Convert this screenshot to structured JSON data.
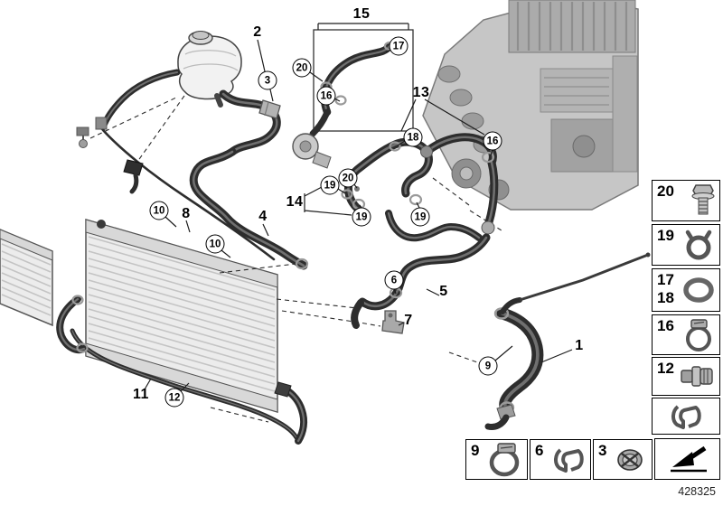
{
  "part_number": "428325",
  "callouts": [
    {
      "label": "15"
    },
    {
      "label": "2"
    },
    {
      "label": "17"
    },
    {
      "label": "20"
    },
    {
      "label": "3"
    },
    {
      "label": "16"
    },
    {
      "label": "13"
    },
    {
      "label": "18"
    },
    {
      "label": "16"
    },
    {
      "label": "20"
    },
    {
      "label": "19"
    },
    {
      "label": "14"
    },
    {
      "label": "19"
    },
    {
      "label": "19"
    },
    {
      "label": "10"
    },
    {
      "label": "8"
    },
    {
      "label": "4"
    },
    {
      "label": "10"
    },
    {
      "label": "6"
    },
    {
      "label": "5"
    },
    {
      "label": "7"
    },
    {
      "label": "1"
    },
    {
      "label": "9"
    },
    {
      "label": "11"
    },
    {
      "label": "12"
    }
  ],
  "legend": {
    "right_column": [
      {
        "label": "20",
        "icon": "bolt-icon"
      },
      {
        "label": "19",
        "icon": "band-clamp-icon"
      },
      {
        "label": "17",
        "label2": "18",
        "icon": "o-ring-icon"
      },
      {
        "label": "16",
        "icon": "worm-clamp-icon"
      },
      {
        "label": "12",
        "icon": "hose-connector-icon"
      },
      {
        "label": "",
        "icon": "retaining-clip-icon"
      }
    ],
    "bottom_row": [
      {
        "label": "9",
        "icon": "worm-clamp-icon"
      },
      {
        "label": "6",
        "icon": "retaining-clip-icon"
      },
      {
        "label": "3",
        "icon": "screw-plug-icon"
      },
      {
        "label": "",
        "icon": "direction-arrow-icon"
      }
    ]
  }
}
